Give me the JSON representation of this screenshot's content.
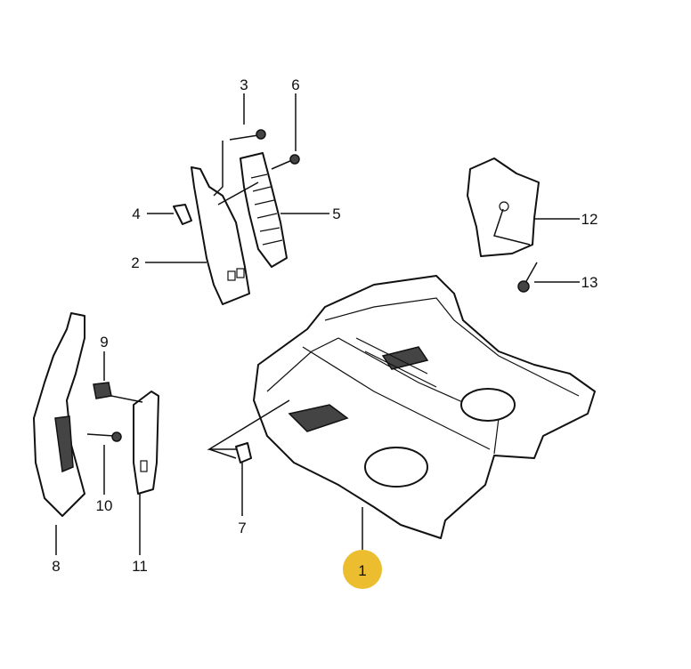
{
  "diagram": {
    "callouts": [
      {
        "id": "1",
        "highlighted": true
      },
      {
        "id": "2"
      },
      {
        "id": "3"
      },
      {
        "id": "4"
      },
      {
        "id": "5"
      },
      {
        "id": "6"
      },
      {
        "id": "7"
      },
      {
        "id": "8"
      },
      {
        "id": "9"
      },
      {
        "id": "10"
      },
      {
        "id": "11"
      },
      {
        "id": "12"
      },
      {
        "id": "13"
      }
    ],
    "highlight_color": "#EBBD2F"
  }
}
